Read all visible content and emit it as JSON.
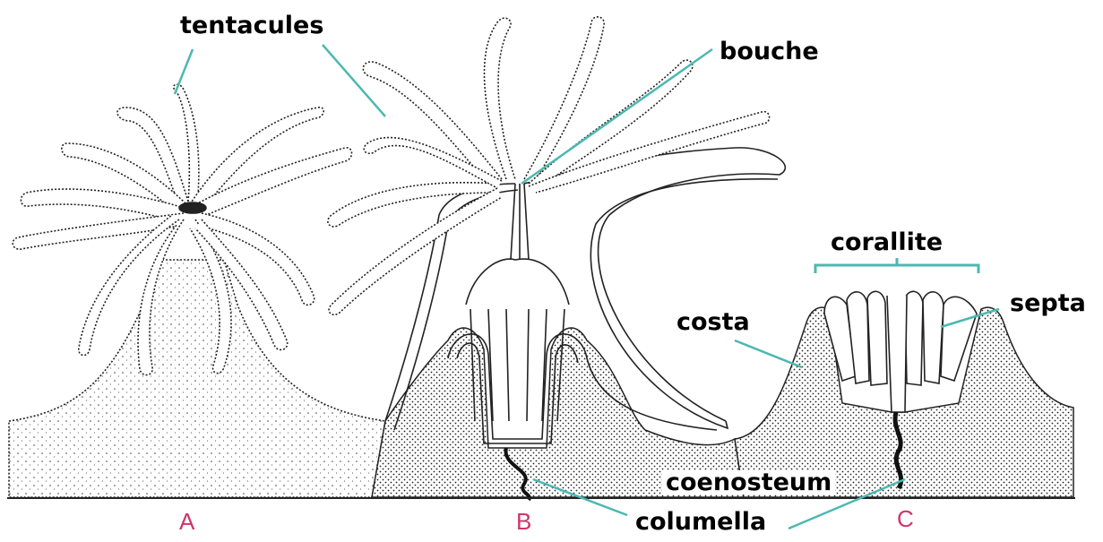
{
  "labels": {
    "tentacules": "tentacules",
    "bouche": "bouche",
    "corallite": "corallite",
    "septa": "septa",
    "costa": "costa",
    "coenosteum": "coenosteum",
    "columella": "columella"
  },
  "panels": {
    "a": "A",
    "b": "B",
    "c": "C"
  },
  "colors": {
    "leader_line": "#4cb8b0",
    "panel_letter": "#d0346a",
    "ink": "#111111"
  }
}
